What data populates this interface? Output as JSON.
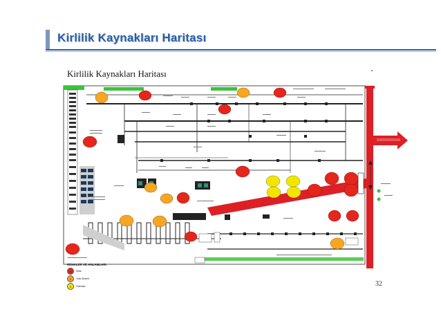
{
  "slide": {
    "title": "Kirlilik Kaynakları Haritası",
    "page_number": "32"
  },
  "diagram": {
    "title": "Kirlilik Kaynakları Haritası",
    "legend": {
      "heading": "RENKLER VE ANLAMLARI",
      "items": [
        {
          "number": "1",
          "label": "Kritik",
          "color": "#e4261b"
        },
        {
          "number": "2",
          "label": "Orta Önemli",
          "color": "#f5a623"
        },
        {
          "number": "3",
          "label": "Önemsiz",
          "color": "#f2e600"
        }
      ]
    },
    "colors": {
      "main_corridor": "#dd1f26",
      "green_bar": "#39c43a",
      "line_dark": "#222222",
      "grey_block": "#cfcfcf"
    }
  }
}
